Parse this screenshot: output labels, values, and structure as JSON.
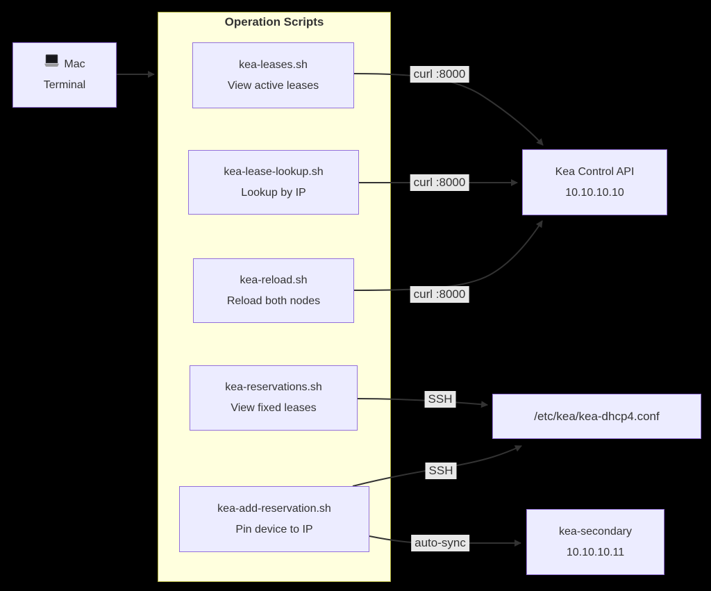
{
  "diagram": {
    "cluster_title": "Operation Scripts",
    "nodes": {
      "mac_terminal": {
        "line1": "Mac",
        "line2": "Terminal",
        "icon": "laptop-icon"
      },
      "kea_leases": {
        "line1": "kea-leases.sh",
        "line2": "View active leases"
      },
      "kea_lease_lookup": {
        "line1": "kea-lease-lookup.sh",
        "line2": "Lookup by IP"
      },
      "kea_reload": {
        "line1": "kea-reload.sh",
        "line2": "Reload both nodes"
      },
      "kea_reservations": {
        "line1": "kea-reservations.sh",
        "line2": "View fixed leases"
      },
      "kea_add_reservation": {
        "line1": "kea-add-reservation.sh",
        "line2": "Pin device to IP"
      },
      "kea_control_api": {
        "line1": "Kea Control API",
        "line2": "10.10.10.10"
      },
      "conf_file": {
        "line1": "/etc/kea/kea-dhcp4.conf"
      },
      "kea_secondary": {
        "line1": "kea-secondary",
        "line2": "10.10.10.11"
      }
    },
    "edge_labels": {
      "curl_1": "curl :8000",
      "curl_2": "curl :8000",
      "curl_3": "curl :8000",
      "ssh_1": "SSH",
      "ssh_2": "SSH",
      "auto_sync": "auto-sync"
    },
    "colors": {
      "canvas_bg": "#000000",
      "node_fill": "#ECECFF",
      "node_border": "#9370DB",
      "cluster_fill": "#FFFFDE",
      "cluster_border": "#AAAA33",
      "edge": "#333333",
      "text": "#333333",
      "edge_label_bg": "#E8E8E8"
    }
  }
}
